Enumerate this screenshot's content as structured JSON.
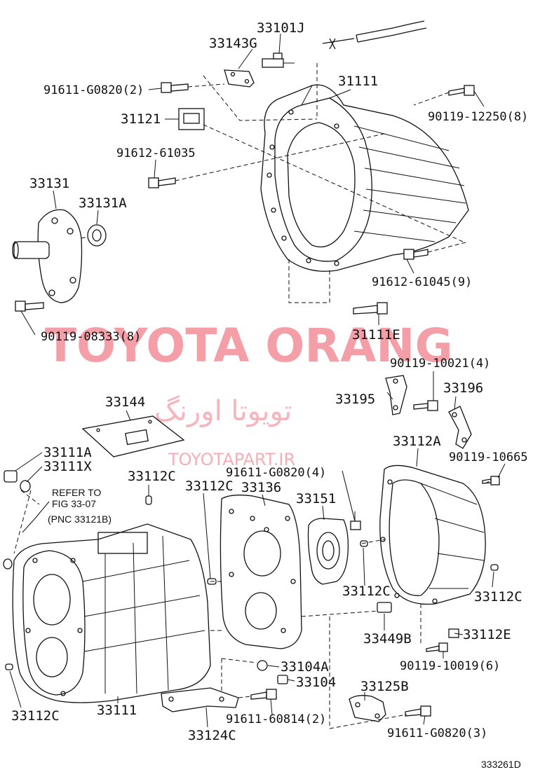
{
  "watermark": {
    "brand": "TOYOTA ORANG",
    "brand_fa": "تويوتا اورنگ",
    "site": "TOYOTAPART.IR"
  },
  "figure_id": "333261D",
  "labels": {
    "p33101J": "33101J",
    "p33143G": "33143G",
    "p91611_G0820_2": "91611-G0820(2)",
    "p31111": "31111",
    "p90119_12250_8": "90119-12250(8)",
    "p31121": "31121",
    "p91612_61035": "91612-61035",
    "p33131": "33131",
    "p33131A": "33131A",
    "p91612_61045_9": "91612-61045(9)",
    "p90119_08333_8": "90119-08333(8)",
    "p31111E": "31111E",
    "p90119_10021_4": "90119-10021(4)",
    "p33195": "33195",
    "p33196": "33196",
    "p33144": "33144",
    "p33112A": "33112A",
    "p33111A": "33111A",
    "p33111X": "33111X",
    "p91611_G0820_4": "91611-G0820(4)",
    "p90119_10665": "90119-10665",
    "refer_line1": "REFER TO",
    "refer_line2": "FIG 33-07",
    "refer_line3": "(PNC 33121B)",
    "p33112C_a": "33112C",
    "p33112C_b": "33112C",
    "p33136": "33136",
    "p33151": "33151",
    "p33112C_c": "33112C",
    "p33112C_d": "33112C",
    "p33449B": "33449B",
    "p33112E": "33112E",
    "p90119_10019_6": "90119-10019(6)",
    "p33104A": "33104A",
    "p33104": "33104",
    "p33125B": "33125B",
    "p33112C_e": "33112C",
    "p33111": "33111",
    "p91611_60814_2": "91611-60814(2)",
    "p91611_G0820_3": "91611-G0820(3)",
    "p33124C": "33124C"
  }
}
